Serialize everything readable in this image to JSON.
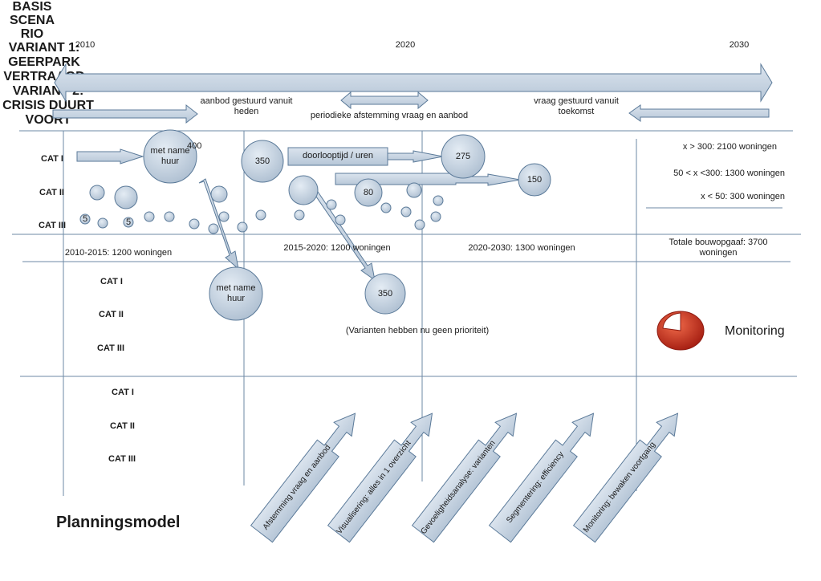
{
  "years": {
    "y2010": "2010",
    "y2020": "2020",
    "y2030": "2030"
  },
  "arrows_top": {
    "left_label_1": "aanbod gestuurd vanuit",
    "left_label_2": "heden",
    "mid_label": "periodieke afstemming vraag en aanbod",
    "right_label_1": "vraag gestuurd vanuit",
    "right_label_2": "toekomst"
  },
  "rows": {
    "basis": "BASIS SCENA RIO",
    "variant1_1": "VARIANT 1:",
    "variant1_2": "GEERPARK",
    "variant1_3": "VERTRAAGD",
    "variant2_1": "VARIANT 2:",
    "variant2_2": "CRISIS DUURT",
    "variant2_3": "VOORT"
  },
  "categories": {
    "cat1": "CAT I",
    "cat2": "CAT II",
    "cat3": "CAT III"
  },
  "bubbles": {
    "b1_1": "met name",
    "b1_2": "huur",
    "b400": "400",
    "b350": "350",
    "b275": "275",
    "b150": "150",
    "b80": "80",
    "b5a": "5",
    "b5b": "5",
    "v1_1": "met name",
    "v1_2": "huur",
    "v350": "350"
  },
  "boxes": {
    "doorlooptijd": "doorlooptijd / uren"
  },
  "right_legend": {
    "l1": "x > 300: 2100 woningen",
    "l2": "50 < x <300: 1300 woningen",
    "l3": "x < 50: 300 woningen",
    "total_1": "Totale bouwopgaaf: 3700",
    "total_2": "woningen"
  },
  "periods": {
    "p1": "2010-2015: 1200 woningen",
    "p2": "2015-2020: 1200 woningen",
    "p3": "2020-2030: 1300 woningen"
  },
  "variants_note": "(Varianten hebben nu geen prioriteit)",
  "monitoring": "Monitoring",
  "diagonal_arrows": [
    "Afstemming vraag en aanbod",
    "Visualisering: alles in 1 overzicht",
    "Gevoeligheidsanalyse: varianten",
    "Segmentering: efficiency",
    "Monitoring: bewaken voortgang"
  ],
  "title": "Planningsmodel",
  "colors": {
    "shape_fill": "#c9d6e3",
    "shape_stroke": "#5b7a99",
    "line": "#6d8aa6",
    "pie_red": "#c0281a"
  }
}
